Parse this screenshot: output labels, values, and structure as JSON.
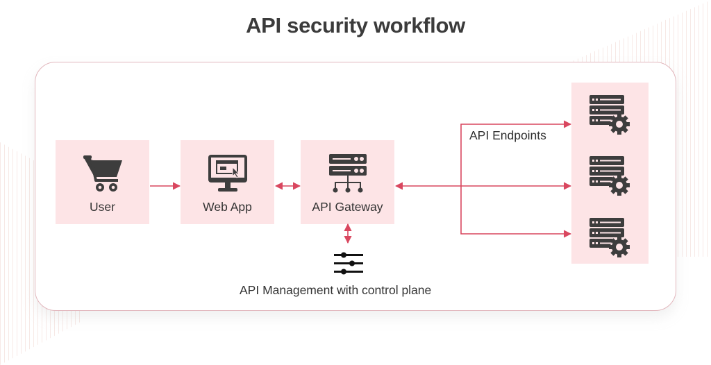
{
  "title": "API security workflow",
  "colors": {
    "accent": "#d9475f",
    "node_fill": "#fde4e6",
    "panel_border": "#e2b7bd",
    "icon": "#3d3d3d",
    "text": "#333333"
  },
  "nodes": {
    "user": {
      "label": "User",
      "icon": "shopping-cart-icon"
    },
    "web_app": {
      "label": "Web App",
      "icon": "monitor-with-browser-cursor-icon"
    },
    "api_gateway": {
      "label": "API Gateway",
      "icon": "server-network-icon"
    },
    "api_management": {
      "label": "API Management with control plane",
      "icon": "sliders-icon"
    },
    "endpoints": {
      "label": "API Endpoints",
      "items": [
        {
          "icon": "server-gear-icon"
        },
        {
          "icon": "server-gear-icon"
        },
        {
          "icon": "server-gear-icon"
        }
      ]
    }
  },
  "edges": [
    {
      "from": "User",
      "to": "Web App",
      "direction": "one-way"
    },
    {
      "from": "Web App",
      "to": "API Gateway",
      "direction": "two-way"
    },
    {
      "from": "API Gateway",
      "to": "API Management with control plane",
      "direction": "two-way"
    },
    {
      "from": "API Gateway",
      "to": "API Endpoints",
      "direction": "two-way"
    },
    {
      "from": "API Endpoints bus",
      "to": "API Endpoint 1",
      "direction": "one-way"
    },
    {
      "from": "API Endpoints bus",
      "to": "API Endpoint 2",
      "direction": "one-way"
    },
    {
      "from": "API Endpoints bus",
      "to": "API Endpoint 3",
      "direction": "one-way"
    }
  ]
}
